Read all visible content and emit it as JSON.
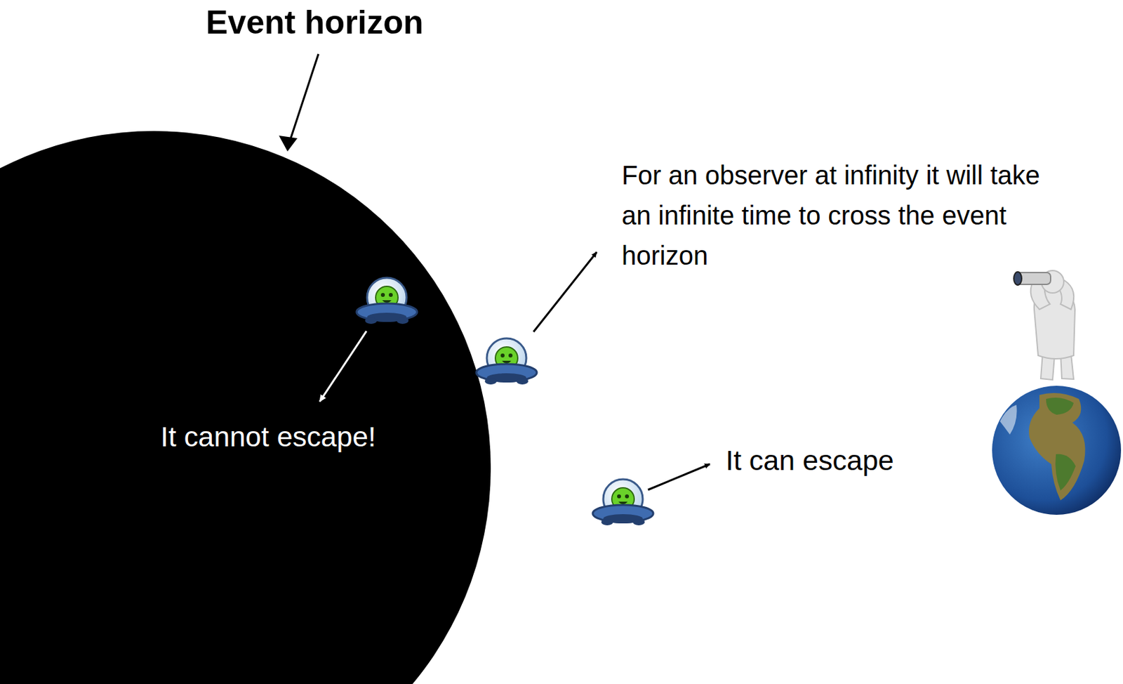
{
  "diagram": {
    "labels": [
      "Event horizon",
      "For an observer at infinity it will take an infinite time to cross the event horizon",
      "It cannot escape!",
      "It can escape"
    ]
  }
}
